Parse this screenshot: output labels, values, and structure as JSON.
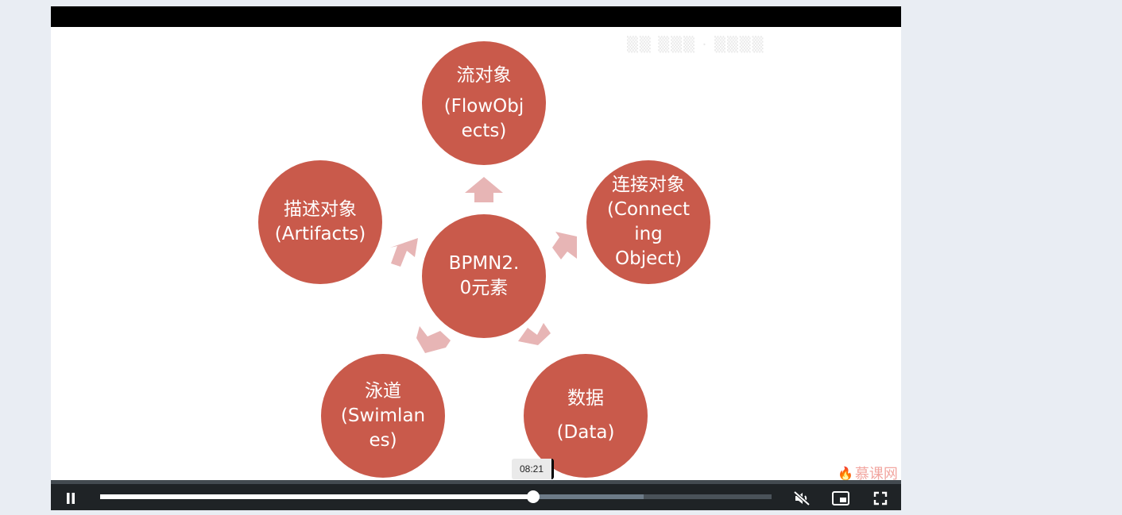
{
  "diagram": {
    "center": {
      "line1": "BPMN2.",
      "line2": "0元素"
    },
    "flow_objects": {
      "line1": "流对象",
      "line2": "(FlowObj",
      "line3": "ects)"
    },
    "connecting_object": {
      "line1": "连接对象",
      "line2": "(Connect",
      "line3": "ing",
      "line4": "Object)"
    },
    "artifacts": {
      "line1": "描述对象",
      "line2": "(Artifacts)"
    },
    "swimlanes": {
      "line1": "泳道",
      "line2": "(Swimlan",
      "line3": "es)"
    },
    "data": {
      "line1": "数据",
      "line2": "(Data)"
    }
  },
  "brand": {
    "name": "慕课网"
  },
  "player": {
    "hover_time": "08:21",
    "progress": {
      "played_fraction": 0.645,
      "buffered_fraction": 0.81
    }
  },
  "icons": {
    "pause": "pause-icon",
    "mute": "volume-muted-icon",
    "pip": "picture-in-picture-icon",
    "fullscreen": "fullscreen-icon",
    "logo": "flame-icon"
  },
  "colors": {
    "node": "#c95a4b",
    "arrow": "#e7b5b5",
    "controls_bg": "#1f2326"
  }
}
